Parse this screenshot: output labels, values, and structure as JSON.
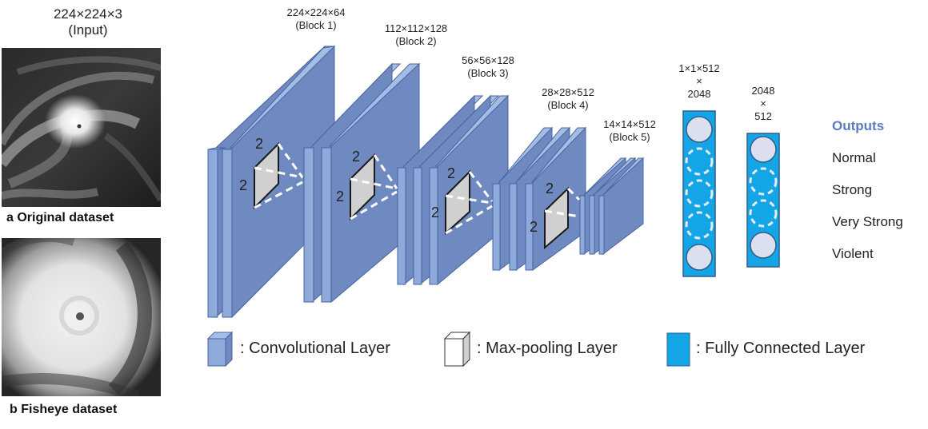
{
  "input": {
    "size_label": "224×224×3",
    "role_label": "(Input)"
  },
  "panels": [
    {
      "caption": "a Original dataset",
      "image": "typhoon-satellite-original"
    },
    {
      "caption": "b Fisheye dataset",
      "image": "typhoon-satellite-fisheye"
    }
  ],
  "blocks": [
    {
      "size": "224×224×64",
      "name": "(Block 1)",
      "conv_layers": 2
    },
    {
      "size": "112×112×128",
      "name": "(Block 2)",
      "conv_layers": 2
    },
    {
      "size": "56×56×128",
      "name": "(Block 3)",
      "conv_layers": 3
    },
    {
      "size": "28×28×512",
      "name": "(Block 4)",
      "conv_layers": 3
    },
    {
      "size": "14×14×512",
      "name": "(Block 5)",
      "conv_layers": 3
    }
  ],
  "pooling": {
    "kernel_w": "2",
    "kernel_h": "2"
  },
  "fc_layers": [
    {
      "line1": "1×1×512",
      "line2": "×",
      "line3": "2048"
    },
    {
      "line1": "2048",
      "line2": "×",
      "line3": "512"
    }
  ],
  "outputs": {
    "heading": "Outputs",
    "classes": [
      "Normal",
      "Strong",
      "Very Strong",
      "Violent"
    ]
  },
  "legend": {
    "conv": ": Convolutional Layer",
    "pool": ": Max-pooling Layer",
    "fc": ": Fully Connected Layer"
  },
  "colors": {
    "conv_front": "#8eaadb",
    "conv_side": "#6f8ac0",
    "conv_top": "#a3bde6",
    "conv_stroke": "#4a64a0",
    "pool_fill": "#d0d0d0",
    "fc_fill": "#14a5e6",
    "fc_stroke": "#2f5f8a",
    "node_fill": "#dcdff0",
    "outputs_heading": "#5b7cc0"
  }
}
